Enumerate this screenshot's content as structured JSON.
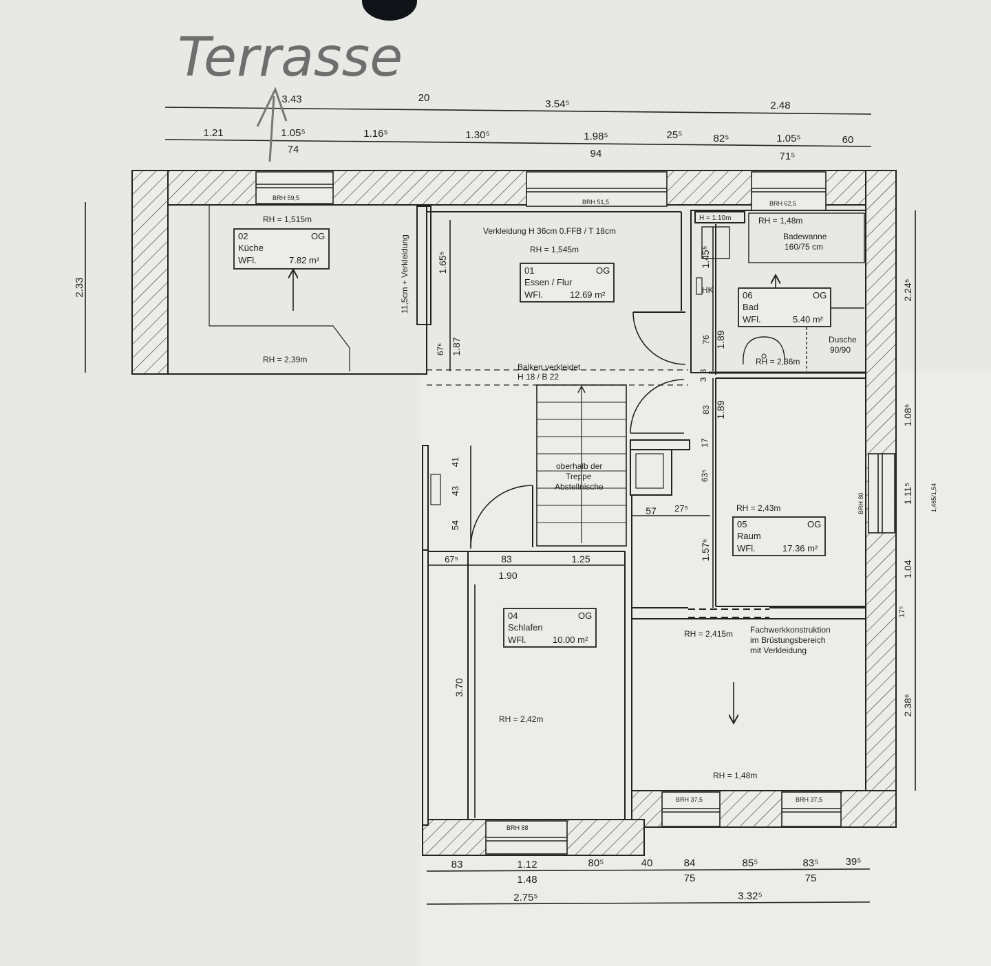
{
  "title": "Terrasse",
  "rooms": [
    {
      "id": "kueche",
      "num": "02",
      "floor": "OG",
      "name": "Küche",
      "area_label": "WFl.",
      "area": "7.82 m²"
    },
    {
      "id": "essen",
      "num": "01",
      "floor": "OG",
      "name": "Essen / Flur",
      "area_label": "WFl.",
      "area": "12.69 m²"
    },
    {
      "id": "bad",
      "num": "06",
      "floor": "OG",
      "name": "Bad",
      "area_label": "WFl.",
      "area": "5.40 m²"
    },
    {
      "id": "raum",
      "num": "05",
      "floor": "OG",
      "name": "Raum",
      "area_label": "WFl.",
      "area": "17.36 m²"
    },
    {
      "id": "schlafen",
      "num": "04",
      "floor": "OG",
      "name": "Schlafen",
      "area_label": "WFl.",
      "area": "10.00 m²"
    }
  ],
  "room_heights": {
    "kueche_top": "RH = 1,515m",
    "kueche_bottom": "RH = 2,39m",
    "essen": "RH = 1,545m",
    "bad": "RH = 1,48m",
    "bad_bottom": "RH = 2,36m",
    "raum": "RH = 2,43m",
    "south_east_top": "RH = 2,415m",
    "south_east_bottom": "RH = 1,48m",
    "schlafen": "RH = 2,42m"
  },
  "windows": {
    "w1": "BRH 59,5",
    "w2": "BRH 51,5",
    "w3": "BRH 62,5",
    "w4": "BRH 80",
    "w5": "BRH 37,5",
    "w6": "BRH 37,5",
    "w7": "BRH 88"
  },
  "notes": {
    "verkleidung": "Verkleidung H 36cm 0.FFB / T 18cm",
    "verkleidung_v": "11,5cm + Verkleidung",
    "balken_1": "Balken verkleidet",
    "balken_2": "H 18 / B 22",
    "treppe_1": "oberhalb der",
    "treppe_2": "Treppe",
    "treppe_3": "Abstellnische",
    "badewanne_1": "Badewanne",
    "badewanne_2": "160/75 cm",
    "dusche_1": "Dusche",
    "dusche_2": "90/90",
    "h110": "H = 1.10m",
    "hk": "HK",
    "fach_1": "Fachwerkkonstruktion",
    "fach_2": "im Brüstungsbereich",
    "fach_3": "mit Verkleidung"
  },
  "dims_top": {
    "row1": [
      "3.43",
      "20",
      "3.54⁵",
      "2.48"
    ],
    "row2": [
      "1.21",
      "1.05⁵",
      "1.16⁵",
      "1.30⁵",
      "1.98⁵",
      "25⁵",
      "82⁵",
      "1.05⁵",
      "60"
    ],
    "row2_sub": [
      "74",
      "94",
      "71⁵"
    ]
  },
  "dims_right": [
    "2.24⁶",
    "1.08⁶",
    "1.11⁵",
    "1,465/1,54",
    "1.04",
    "17⁵",
    "2.38⁶"
  ],
  "dims_left": [
    "2.33"
  ],
  "dims_inner": {
    "essen_v1": "1.65⁵",
    "essen_v2": "67⁶",
    "essen_v3": "1.87",
    "bad_v1": "1.45⁵",
    "bad_v2": "76",
    "bad_v3": "1.89",
    "mid_v1": "3",
    "mid_v2": "3",
    "raum_v1": "83",
    "raum_v2": "1.89",
    "raum_v3": "17",
    "raum_v4": "63⁵",
    "raum_v5": "1.57⁶",
    "h57": "57",
    "h27": "27⁵",
    "left_v1": "41",
    "left_v2": "43",
    "left_v3": "54",
    "s_h1": "67⁵",
    "s_h2": "83",
    "s_h3": "1.25",
    "s_h4": "1.90",
    "schlafen_v": "3.70"
  },
  "dims_bottom": {
    "row1": [
      "83",
      "1.12",
      "80⁵",
      "40",
      "84",
      "85⁵",
      "83⁵",
      "39⁵"
    ],
    "row1_sub": [
      "1.48",
      "75",
      "75"
    ],
    "row2": [
      "2.75⁵",
      "3.32⁵"
    ]
  }
}
